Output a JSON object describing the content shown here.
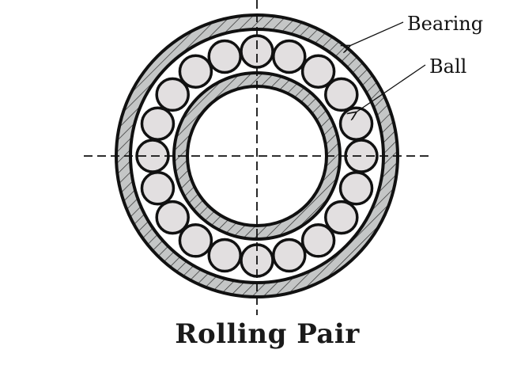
{
  "labels": {
    "bearing": "Bearing",
    "ball": "Ball"
  },
  "caption": "Rolling Pair",
  "balls": {
    "count": 20
  },
  "colors": {
    "ring_fill": "#c4c6c6",
    "ball_fill": "#e2dfe0",
    "outline": "#111111",
    "background": "#ffffff"
  }
}
